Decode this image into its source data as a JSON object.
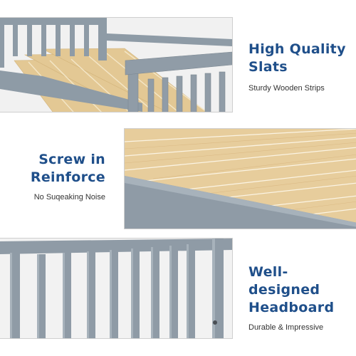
{
  "colors": {
    "title": "#1f4f8a",
    "subtitle": "#333333",
    "wood_frame": "#8e9ba6",
    "slat": "#e3c894"
  },
  "features": [
    {
      "title_line1": "High Quality",
      "title_line2": "Slats",
      "subtitle": "Sturdy Wooden Strips"
    },
    {
      "title_line1": "Screw in",
      "title_line2": "Reinforce",
      "subtitle": "No Suqeaking Noise"
    },
    {
      "title_line1": "Well-designed",
      "title_line2": "Headboard",
      "subtitle": "Durable & Impressive"
    }
  ]
}
